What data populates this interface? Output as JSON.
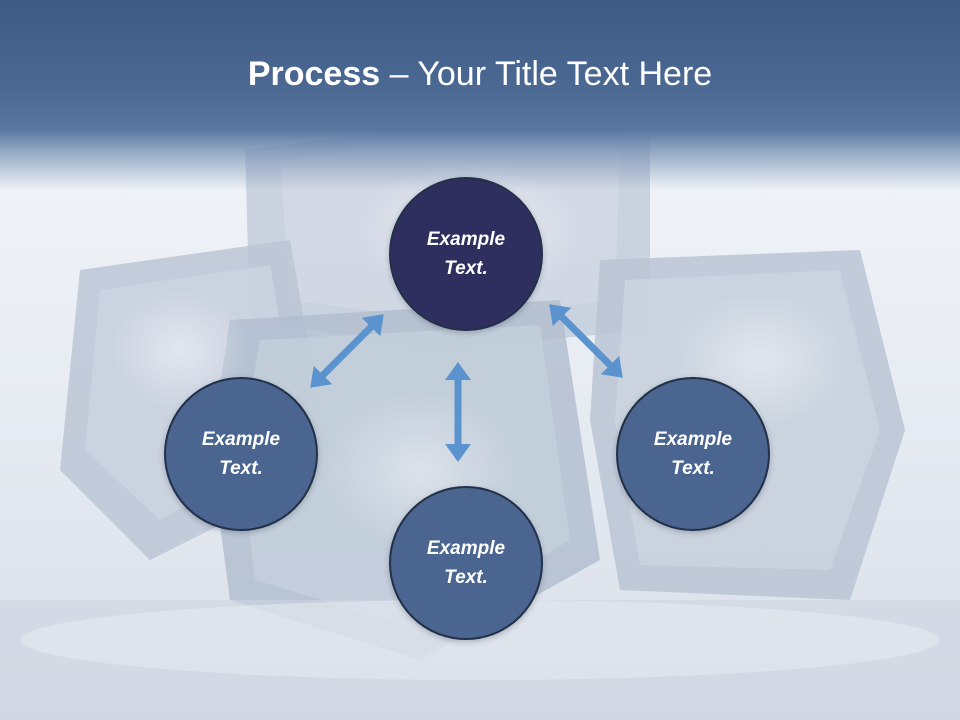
{
  "slide": {
    "title_bold": "Process",
    "title_rest": " – Your Title Text Here"
  },
  "nodes": {
    "top": "Example Text.",
    "left": "Example Text.",
    "right": "Example Text.",
    "bottom": "Example Text."
  },
  "colors": {
    "header": "#4a6892",
    "node_top": "#2e2f5e",
    "node": "#4a6590",
    "arrow": "#5b93cf"
  }
}
